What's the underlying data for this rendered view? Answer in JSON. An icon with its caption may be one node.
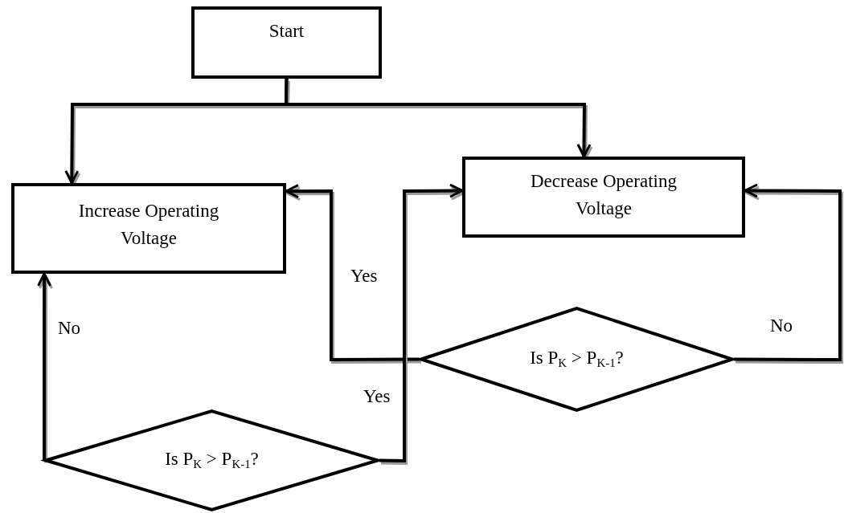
{
  "diagram": {
    "nodes": [
      {
        "text": [
          "Start"
        ]
      },
      {
        "text": [
          "Increase Operating Voltage"
        ]
      },
      {
        "text": [
          "Decrease Operating Voltage"
        ]
      },
      {
        "text": [
          "Is P$_{K}$ > P$_{K-1}$?"
        ]
      },
      {
        "text": [
          "Is P$_{K}$ > P$_{K-1}$?"
        ]
      }
    ],
    "edges": [
      {
        "from": 0,
        "to": 1,
        "arrow": "to"
      },
      {
        "from": 0,
        "to": 2,
        "arrow": "to"
      },
      {
        "from": 3,
        "to": 1,
        "arrow": "to",
        "label": "Yes"
      },
      {
        "from": 3,
        "to": 2,
        "arrow": "to",
        "label": "No"
      },
      {
        "from": 4,
        "to": 1,
        "arrow": "to",
        "label": "No"
      },
      {
        "from": 4,
        "to": 2,
        "arrow": "to",
        "label": "Yes"
      }
    ]
  }
}
